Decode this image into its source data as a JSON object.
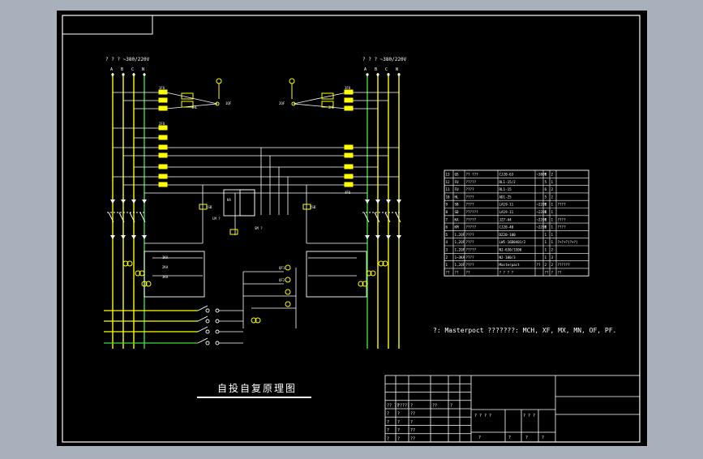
{
  "colors": {
    "frame_bg": "#a8b0bc",
    "sheet_bg": "#000000",
    "border": "#ffffff",
    "bus": "#ffff00",
    "neutral": "#3cdc3c",
    "wire": "#ffffff"
  },
  "supply_left": {
    "label": "? ? ? ~380/220V",
    "lines": [
      "A",
      "B",
      "C",
      "N"
    ]
  },
  "supply_right": {
    "label": "? ? ? ~380/220V",
    "lines": [
      "A",
      "B",
      "C",
      "N"
    ]
  },
  "labels": {
    "fu1": "1FU",
    "fu2": "2FU",
    "fu3": "3FU",
    "fu4": "4FU",
    "k1": "1KA",
    "k2": "2KA",
    "k3": "3KA",
    "qf1": "1QF",
    "qf2": "2QF",
    "hl1": "1HL",
    "hl2": "2HL",
    "sb1": "1SB",
    "sb2": "2SB",
    "ka": "KA",
    "lm": "LM ?",
    "sm": "SM ?",
    "g1": "QF1",
    "g2": "QF2"
  },
  "parts_table": {
    "rows": [
      [
        "13",
        "QS",
        "?? ???",
        "CJ20-63",
        "~380V",
        "1",
        "2",
        ""
      ],
      [
        "12",
        "FU",
        "?????",
        "RL1-15/2",
        "",
        "5",
        "1",
        ""
      ],
      [
        "11",
        "FU",
        "????",
        "RL1-15",
        "",
        "6",
        "2",
        ""
      ],
      [
        "10",
        "HL",
        "????",
        "AD1-25",
        "",
        "5",
        "2",
        ""
      ],
      [
        "9",
        "SB",
        "????",
        "LA19-11",
        "~220V",
        "1",
        "1",
        "????"
      ],
      [
        "8",
        "SB",
        "??????",
        "LA19-11",
        "~220V",
        "1",
        "1",
        ""
      ],
      [
        "7",
        "KA",
        "?????",
        "JZ7-44",
        "~220V",
        "1",
        "1",
        "????"
      ],
      [
        "6",
        "KM",
        "?????",
        "CJ20-40",
        "~220V",
        "1",
        "1",
        "????"
      ],
      [
        "5",
        "1,2QF",
        "????",
        "DZ20-100",
        "",
        "1",
        "1",
        ""
      ],
      [
        "4",
        "1,2QF",
        "????",
        "LW5-16D0401/2",
        "",
        "1",
        "1",
        "?+?+?(?+?)"
      ],
      [
        "3",
        "1,2QF",
        "?????",
        "NJ-630/3300",
        "",
        "1",
        "2",
        ""
      ],
      [
        "2",
        "1~3KA",
        "????",
        "NJ-100/3",
        "",
        "1",
        "3",
        ""
      ],
      [
        "1",
        "1,2QF",
        "????",
        "Masterpact",
        "??",
        "2",
        "2",
        "??????"
      ]
    ],
    "header": [
      "??",
      "??",
      "??",
      "? ? ? ?",
      "",
      "??",
      "?",
      "??"
    ]
  },
  "note": "?: Masterpoct ???????: MCH, XF, MX, MN, OF, PF.",
  "diagram_title": "自投自复原理图",
  "title_block": {
    "left_rows": [
      [
        "",
        "",
        "",
        "",
        "",
        ""
      ],
      [
        "",
        "",
        "",
        "",
        "",
        ""
      ],
      [
        "",
        "",
        "",
        "",
        "",
        ""
      ],
      [
        "?? ??",
        "?????",
        "?",
        "??",
        "?",
        ""
      ],
      [
        "?",
        "?",
        "??",
        "",
        "",
        ""
      ],
      [
        "?",
        "?",
        "?",
        "",
        "",
        ""
      ],
      [
        "?",
        "?",
        "??",
        "",
        "",
        ""
      ],
      [
        "?",
        "?",
        "??",
        "",
        "",
        ""
      ]
    ],
    "mid": [
      "? ? ? ?",
      "? ? ?"
    ],
    "mid_bottom": [
      "?",
      "?",
      "?",
      "?"
    ]
  }
}
